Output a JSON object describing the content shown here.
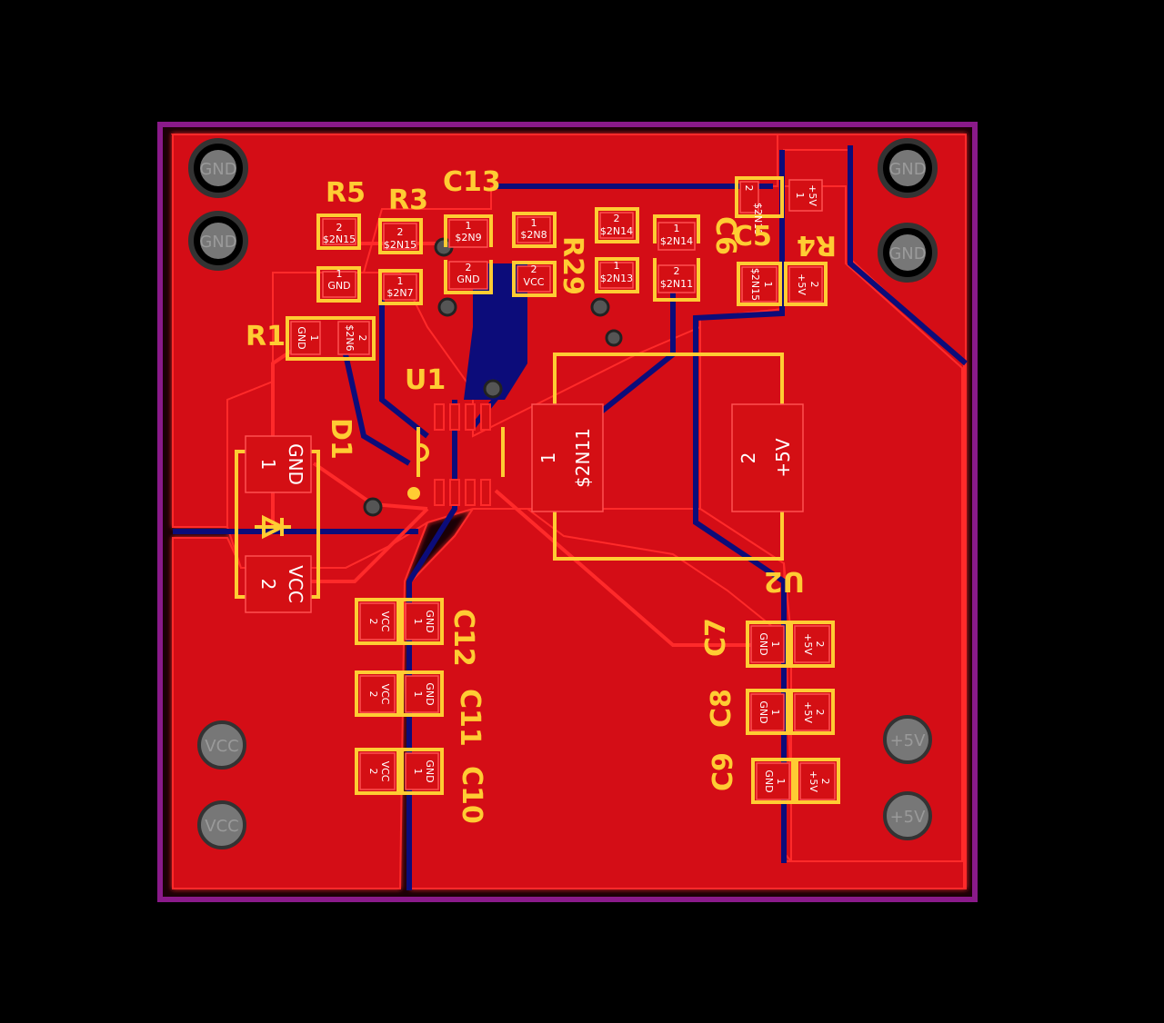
{
  "colors": {
    "background": "#000000",
    "outline": "#8a1a8a",
    "copper": "#d40f14",
    "copper_glow": "#ff2a2a",
    "bottom_copper": "#0c0c7a",
    "silkscreen": "#ffcc33",
    "via": "#555555"
  },
  "designators": {
    "R5": "R5",
    "R3": "R3",
    "C13": "C13",
    "R29": "R29",
    "C6": "C6",
    "C5": "C5",
    "R4": "R4",
    "R1": "R1",
    "U1": "U1",
    "D1": "D1",
    "C12": "C12",
    "C11": "C11",
    "C10": "C10",
    "U2": "U2",
    "C7": "C7",
    "C8": "C8",
    "C9": "C9"
  },
  "pads": {
    "r5_p2_num": "2",
    "r5_p2_net": "$2N15",
    "r5_p1_num": "1",
    "r5_p1_net": "GND",
    "r3_p2_num": "2",
    "r3_p2_net": "$2N15",
    "r3_p1_num": "1",
    "r3_p1_net": "$2N7",
    "c13_p1_num": "1",
    "c13_p1_net": "$2N9",
    "c13_p2_num": "2",
    "c13_p2_net": "GND",
    "r29_p1_num": "1",
    "r29_p1_net": "$2N8",
    "r29_p2_num": "2",
    "r29_p2_net": "VCC",
    "rx_p2_num": "2",
    "rx_p2_net": "$2N14",
    "rx_p1_num": "1",
    "rx_p1_net": "$2N13",
    "c6_p1_num": "1",
    "c6_p1_net": "$2N14",
    "c6_p2_num": "2",
    "c6_p2_net": "$2N11",
    "r4_p2_num": "2",
    "r4_p2_net": "$2N15",
    "r4_p1_num": "1",
    "r4_p1_net": "+5V",
    "c5_p1_num": "1",
    "c5_p1_net": "$2N15",
    "c5_p2_num": "2",
    "c5_p2_net": "+5V",
    "r1_p1_num": "1",
    "r1_p1_net": "GND",
    "r1_p2_num": "2",
    "r1_p2_net": "$2N6",
    "d1_p1_num": "1",
    "d1_p1_net": "GND",
    "d1_p2_num": "2",
    "d1_p2_net": "VCC",
    "u2_p1_num": "1",
    "u2_p1_net": "$2N11",
    "u2_p2_num": "2",
    "u2_p2_net": "+5V",
    "c12_p2_num": "2",
    "c12_p2_net": "VCC",
    "c12_p1_num": "1",
    "c12_p1_net": "GND",
    "c11_p2_num": "2",
    "c11_p2_net": "VCC",
    "c11_p1_num": "1",
    "c11_p1_net": "GND",
    "c10_p2_num": "2",
    "c10_p2_net": "VCC",
    "c10_p1_num": "1",
    "c10_p1_net": "GND",
    "c7_p1_num": "1",
    "c7_p1_net": "GND",
    "c7_p2_num": "2",
    "c7_p2_net": "+5V",
    "c8_p1_num": "1",
    "c8_p1_net": "GND",
    "c8_p2_num": "2",
    "c8_p2_net": "+5V",
    "c9_p1_num": "1",
    "c9_p1_net": "GND",
    "c9_p2_num": "2",
    "c9_p2_net": "+5V"
  },
  "mounting_holes": {
    "tl1": "GND",
    "tl2": "GND",
    "tr1": "GND",
    "tr2": "GND",
    "bl1": "VCC",
    "bl2": "VCC",
    "br1": "+5V",
    "br2": "+5V"
  }
}
